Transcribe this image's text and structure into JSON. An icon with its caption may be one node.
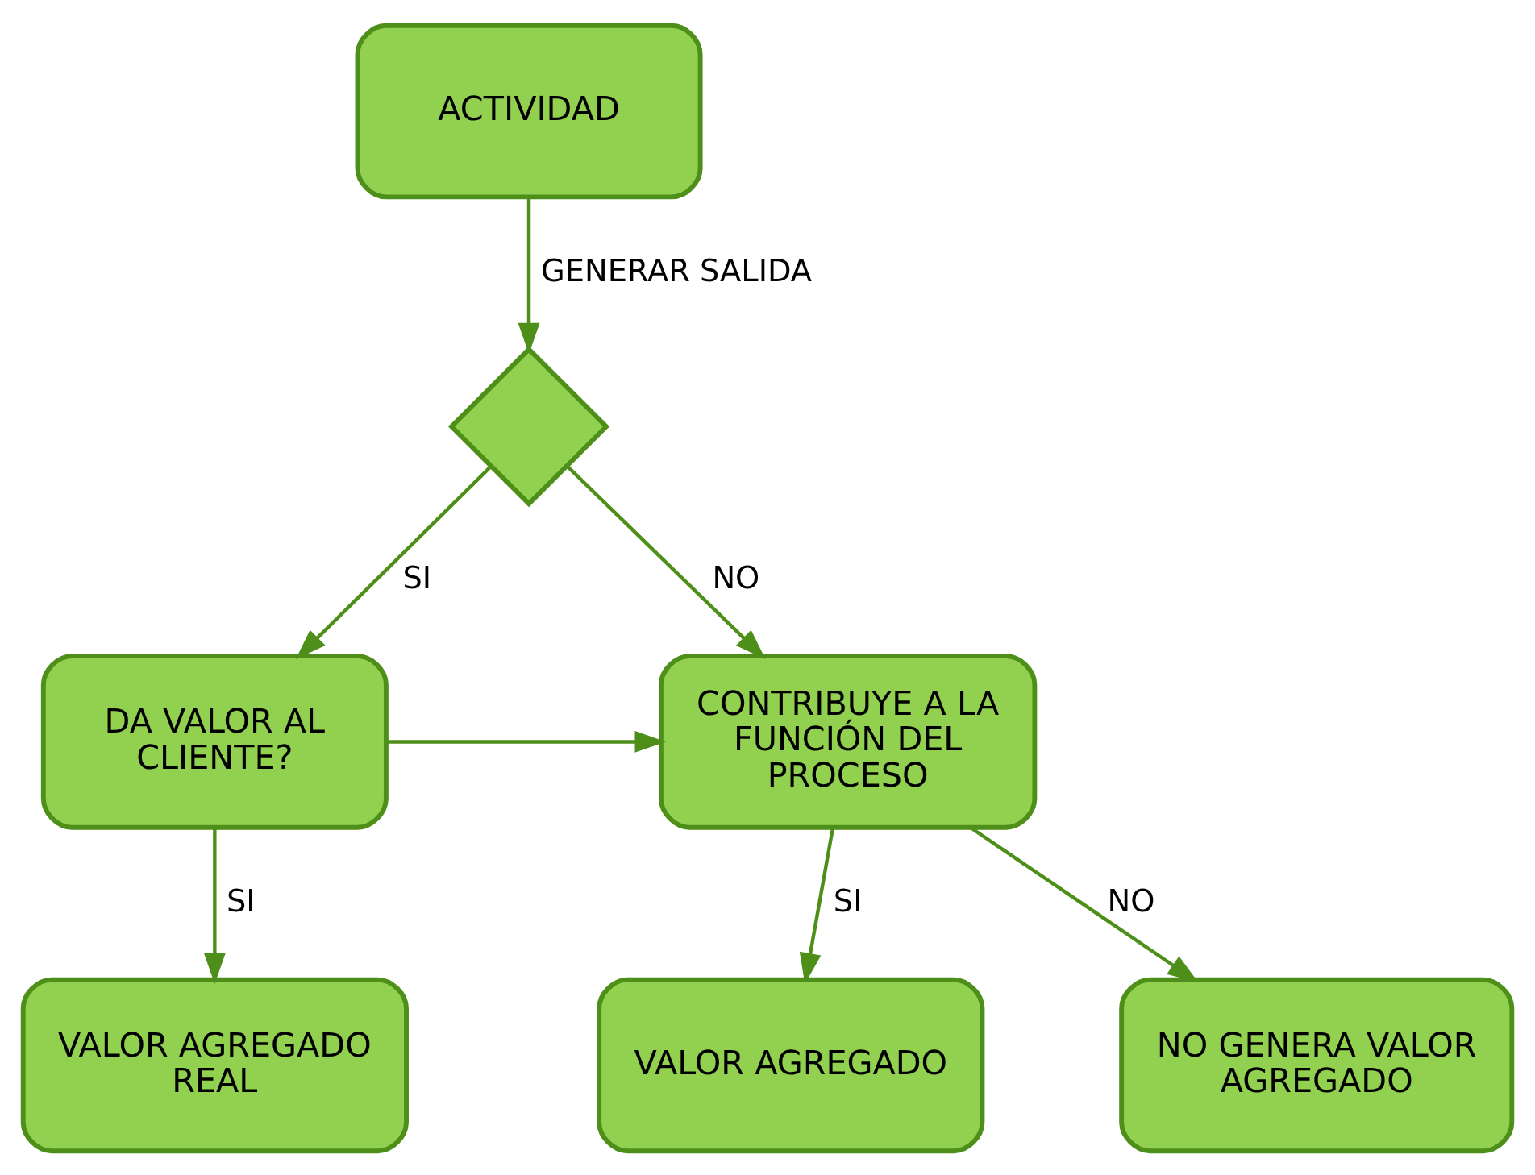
{
  "diagram": {
    "nodes": [
      {
        "text": [
          "ACTIVIDAD"
        ]
      },
      {
        "text": [],
        "shape": "diamond"
      },
      {
        "text": [
          "DA VALOR AL CLIENTE?"
        ]
      },
      {
        "text": [
          "CONTRIBUYE A LA FUNCIÓN DEL PROCESO"
        ]
      },
      {
        "text": [
          "VALOR AGREGADO REAL"
        ]
      },
      {
        "text": [
          "VALOR AGREGADO"
        ]
      },
      {
        "text": [
          "NO GENERA VALOR AGREGADO"
        ]
      }
    ],
    "edges": [
      {
        "from": 0,
        "to": 1,
        "arrow": "to",
        "label": "GENERAR SALIDA"
      },
      {
        "from": 1,
        "to": 2,
        "arrow": "to",
        "label": "SI"
      },
      {
        "from": 1,
        "to": 3,
        "arrow": "to",
        "label": "NO"
      },
      {
        "from": 2,
        "to": 3,
        "arrow": "to"
      },
      {
        "from": 2,
        "to": 4,
        "arrow": "to",
        "label": "SI"
      },
      {
        "from": 3,
        "to": 5,
        "arrow": "to",
        "label": "SI"
      },
      {
        "from": 3,
        "to": 6,
        "arrow": "to",
        "label": "NO"
      }
    ]
  }
}
